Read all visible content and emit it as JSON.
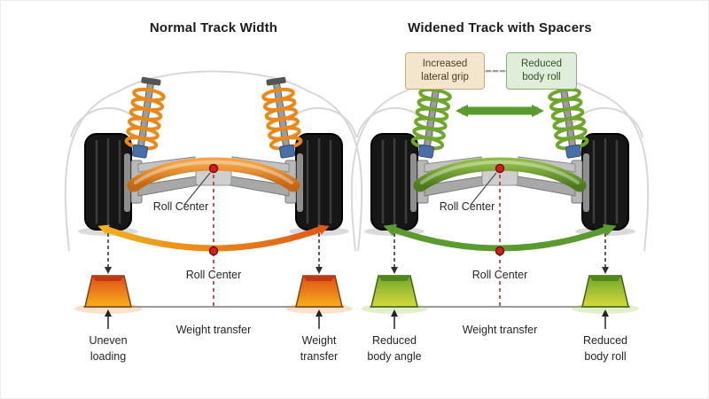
{
  "panels": {
    "left": {
      "title": "Normal Track Width",
      "roll_center_upper": "Roll Center",
      "roll_center_lower": "Roll Center",
      "weight_transfer": "Weight transfer",
      "label_bottom_left": "Uneven loading",
      "label_bottom_right": "Weight transfer"
    },
    "right": {
      "title": "Widened Track with Spacers",
      "callout_left": "Increased lateral grip",
      "callout_right": "Reduced body roll",
      "roll_center_upper": "Roll Center",
      "roll_center_lower": "Roll Center",
      "weight_transfer": "Weight transfer",
      "label_bottom_left": "Reduced body angle",
      "label_bottom_right": "Reduced body roll"
    }
  },
  "colors": {
    "normal_accent": "#e8891a",
    "normal_arrow_start": "#f2b01e",
    "normal_arrow_end": "#e05a16",
    "widened_accent": "#5b9a2e",
    "roll_center_marker": "#d21f1f",
    "callout_grip_bg": "#f4e6cd",
    "callout_grip_border": "#c8a97e",
    "callout_roll_bg": "#e0edda",
    "callout_roll_border": "#84b070"
  }
}
